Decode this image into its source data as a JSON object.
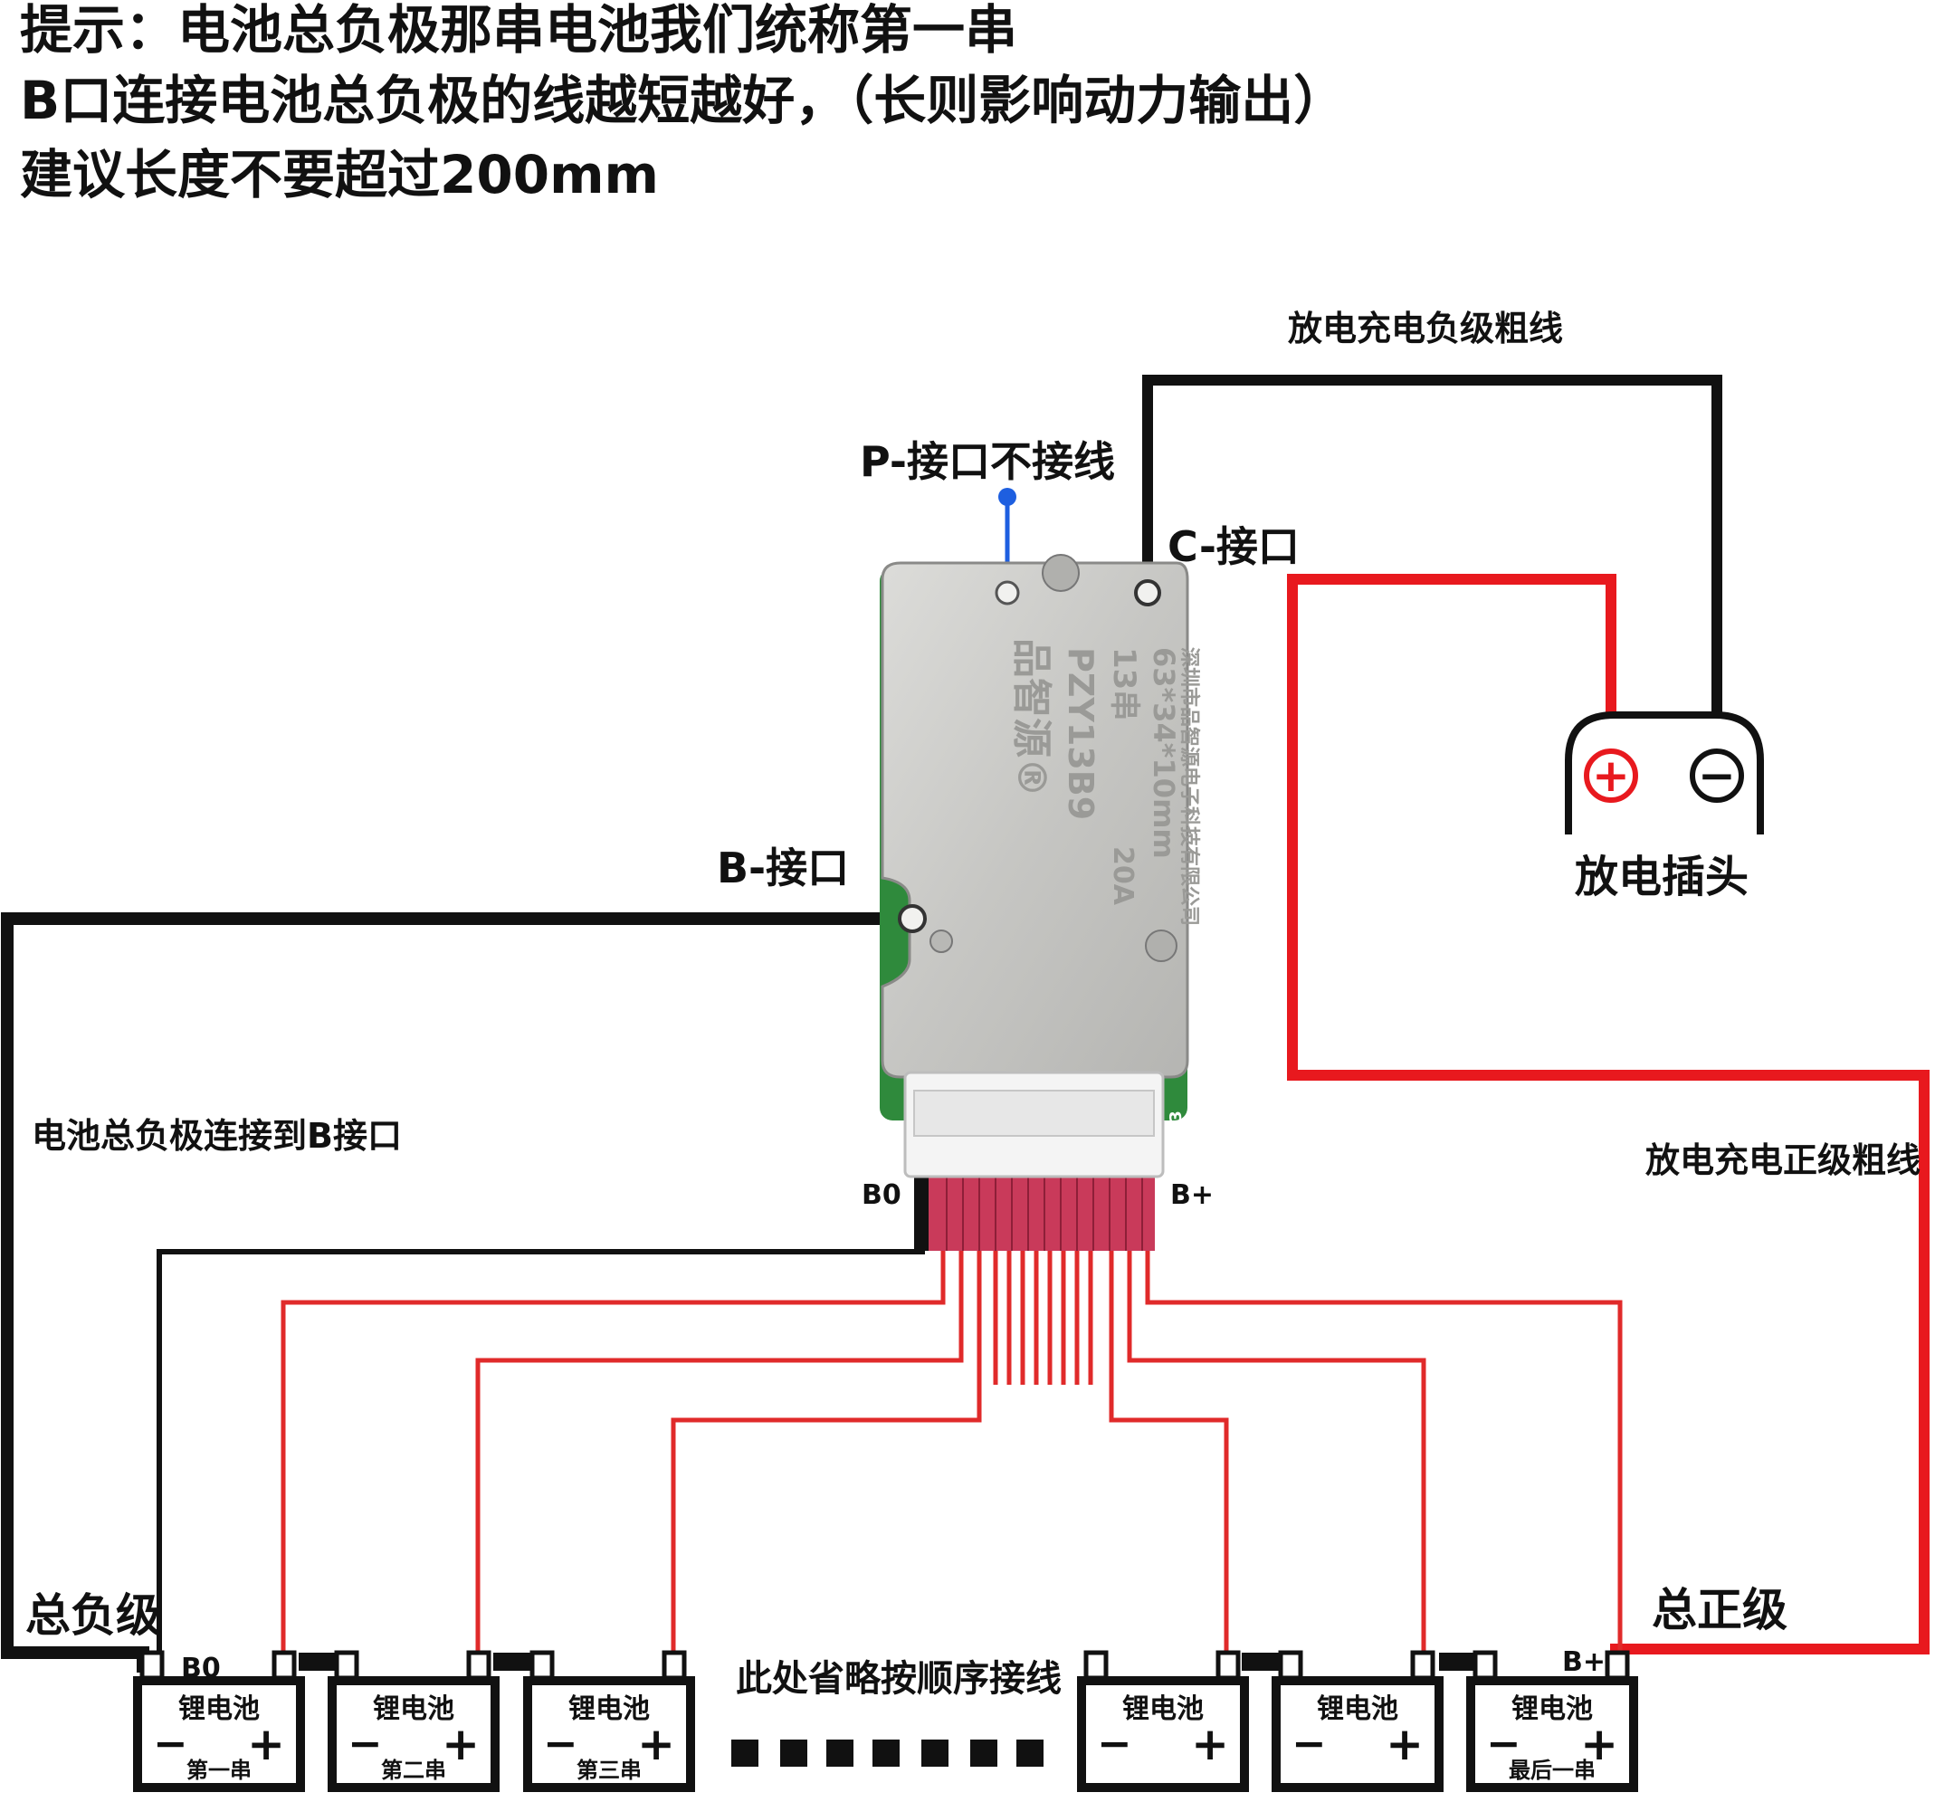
{
  "notes": [
    "提示：电池总负极那串电池我们统称第一串",
    "B口连接电池总负极的线越短越好，（长则影响动力输出）",
    "建议长度不要超过200mm"
  ],
  "labels": {
    "discharge_neg_wire": "放电充电负级粗线",
    "p_port": "P-接口不接线",
    "c_port": "C-接口",
    "b_port": "B-接口",
    "plug": "放电插头",
    "plug_pos": "+",
    "plug_neg": "−",
    "neg_to_b": "电池总负极连接到B接口",
    "b0": "B0",
    "bplus": "B+",
    "discharge_pos_wire": "放电充电正级粗线",
    "total_neg": "总负级",
    "total_pos": "总正级",
    "omitted": "此处省略按顺序接线",
    "b0_small": "B0",
    "bplus_small": "B+"
  },
  "board": {
    "brand": "品智源®",
    "model": "PZY13B9",
    "series": "13串",
    "current": "20A",
    "size": "63*34*10mm",
    "maker": "深圳市品智源电子科技有限公司",
    "connector_mark": "B13"
  },
  "batteries": [
    {
      "name": "锂电池",
      "minus": "−",
      "plus": "+",
      "caption": "第一串"
    },
    {
      "name": "锂电池",
      "minus": "−",
      "plus": "+",
      "caption": "第二串"
    },
    {
      "name": "锂电池",
      "minus": "−",
      "plus": "+",
      "caption": "第三串"
    },
    {
      "name": "锂电池",
      "minus": "−",
      "plus": "+",
      "caption": ""
    },
    {
      "name": "锂电池",
      "minus": "−",
      "plus": "+",
      "caption": ""
    },
    {
      "name": "锂电池",
      "minus": "−",
      "plus": "+",
      "caption": "最后一串"
    }
  ],
  "colors": {
    "black_wire": "#111111",
    "red_wire": "#e8191e",
    "sense_wire": "#e02a2a",
    "blue_wire": "#1e5fe0",
    "pcb_green": "#2f8a3c",
    "plate": "#c9c9c6",
    "ribbon": "#c93a5a"
  }
}
